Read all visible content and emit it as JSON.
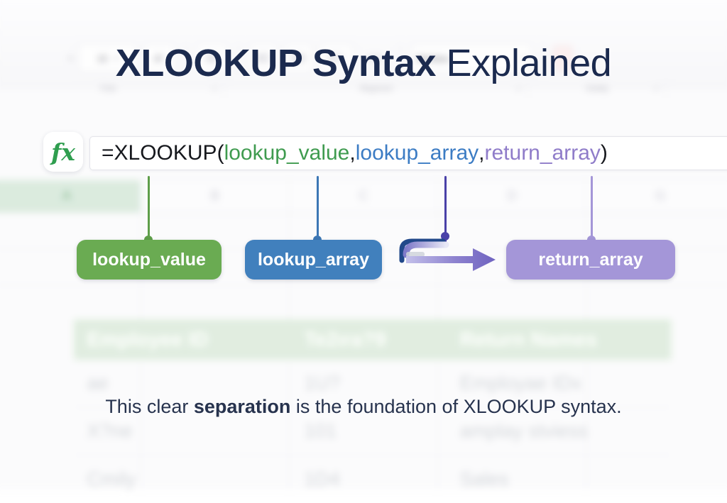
{
  "title": {
    "bold_part": "XLOOKUP Syntax",
    "normal_part": " Explained"
  },
  "formula_bar": {
    "fx_icon_label": "fx",
    "prefix": "=XLOOKUP(",
    "arg1": "lookup_value",
    "sep1": ", ",
    "arg2": "lookup_array",
    "sep2": ", ",
    "arg3": "return_array",
    "suffix": ")",
    "colors": {
      "arg1": "#3f9b4f",
      "arg2": "#3c7cc4",
      "arg3": "#8f7cc9",
      "plain": "#16181d"
    }
  },
  "pills": [
    {
      "label": "lookup_value",
      "color": "#6aab52"
    },
    {
      "label": "lookup_array",
      "color": "#4180bd"
    },
    {
      "label": "return_array",
      "color": "#a496d8"
    }
  ],
  "connectors": [
    {
      "name": "lookup-value-connector",
      "color": "#5e9e49"
    },
    {
      "name": "lookup-array-connector",
      "color": "#3c77b5"
    },
    {
      "name": "return-array-connector-a",
      "color": "#4a41a8"
    },
    {
      "name": "return-array-connector-b",
      "color": "#a496d8"
    }
  ],
  "arrow": {
    "name": "flow-arrow",
    "color_start": "#c3c0ea",
    "color_end": "#6f63c0"
  },
  "caption": {
    "part1": "This clear ",
    "bold": "separation",
    "part2": " is the foundation of XLOOKUP syntax."
  },
  "background": {
    "ribbon_controls": [
      {
        "label": "",
        "type": "caret"
      },
      {
        "label": "15",
        "type": "combo"
      },
      {
        "label": "A¹",
        "type": "button"
      },
      {
        "label": "",
        "type": "lines"
      },
      {
        "label": "",
        "type": "lines"
      },
      {
        "label": "",
        "type": "lines"
      },
      {
        "label": "",
        "type": "lines"
      },
      {
        "label": "",
        "type": "lines"
      },
      {
        "label": "Merbea",
        "type": "combo"
      }
    ],
    "group_labels": [
      "Fole",
      "Regment",
      "Subdy"
    ],
    "column_headers": [
      "A",
      "B",
      "C",
      "D",
      "G"
    ],
    "table_headers": [
      "Employee ID",
      "Te2ıra?9",
      "Return Names"
    ],
    "table_rows": [
      [
        "ae",
        "1U?",
        "Employae IDx"
      ],
      [
        "X?ne",
        "101",
        "amplay stviess"
      ],
      [
        "Cmily",
        "1D4",
        "Sales"
      ]
    ]
  }
}
